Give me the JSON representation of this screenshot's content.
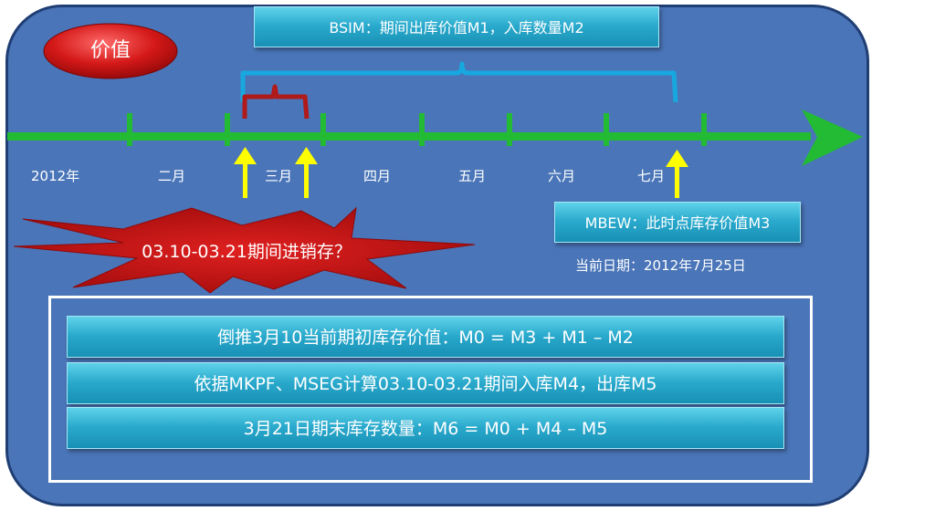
{
  "badge": {
    "label": "价值"
  },
  "bsim": {
    "label": "BSIM：期间出库价值M1，入库数量M2"
  },
  "timeline": {
    "labels": [
      "2012年",
      "二月",
      "三月",
      "四月",
      "五月",
      "六月",
      "七月"
    ]
  },
  "question": {
    "label": "03.10-03.21期间进销存？"
  },
  "mbew": {
    "label": "MBEW：此时点库存价值M3"
  },
  "current_date": {
    "label": "当前日期：2012年7月25日"
  },
  "steps": [
    {
      "text": "倒推3月10当前期初库存价值：M0 = M3 + M1 – M2"
    },
    {
      "text": "依据MKPF、MSEG计算03.10-03.21期间入库M4，出库M5"
    },
    {
      "text": "3月21日期末库存数量：M6 = M0 + M4 – M5"
    }
  ],
  "colors": {
    "background": "#4a75b8",
    "timeline": "#22bb33",
    "arrow": "#ffff00",
    "bracket_outer": "#18a8e0",
    "bracket_inner": "#b01a1a",
    "badge": "#cc1111",
    "burst": "#cc1111"
  }
}
